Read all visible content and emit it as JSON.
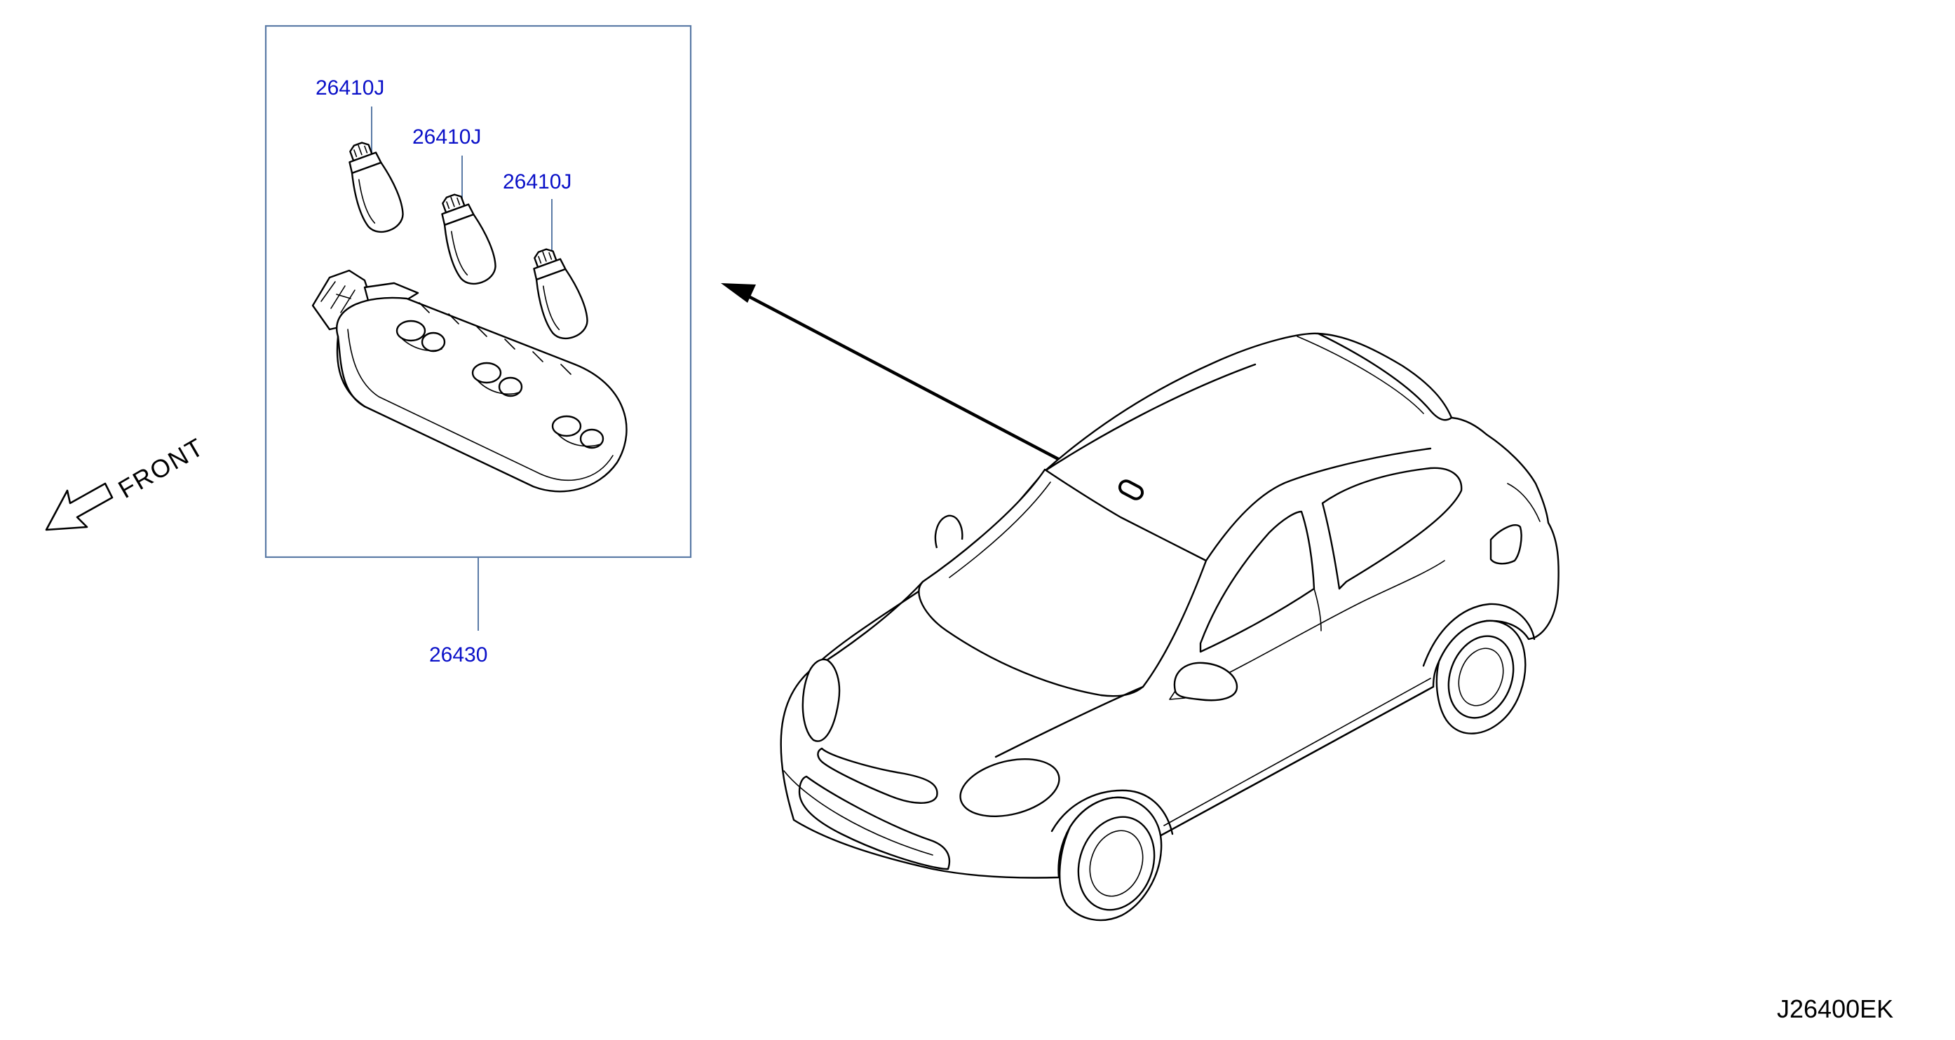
{
  "parts": {
    "bulb_1": "26410J",
    "bulb_2": "26410J",
    "bulb_3": "26410J",
    "lamp_assembly": "26430"
  },
  "front_label": "FRONT",
  "diagram_code": "J26400EK",
  "colors": {
    "callout_text": "#0a10c8",
    "frame": "#5a7aa6",
    "leader": "#5a7aa6",
    "line_art": "#000000"
  }
}
